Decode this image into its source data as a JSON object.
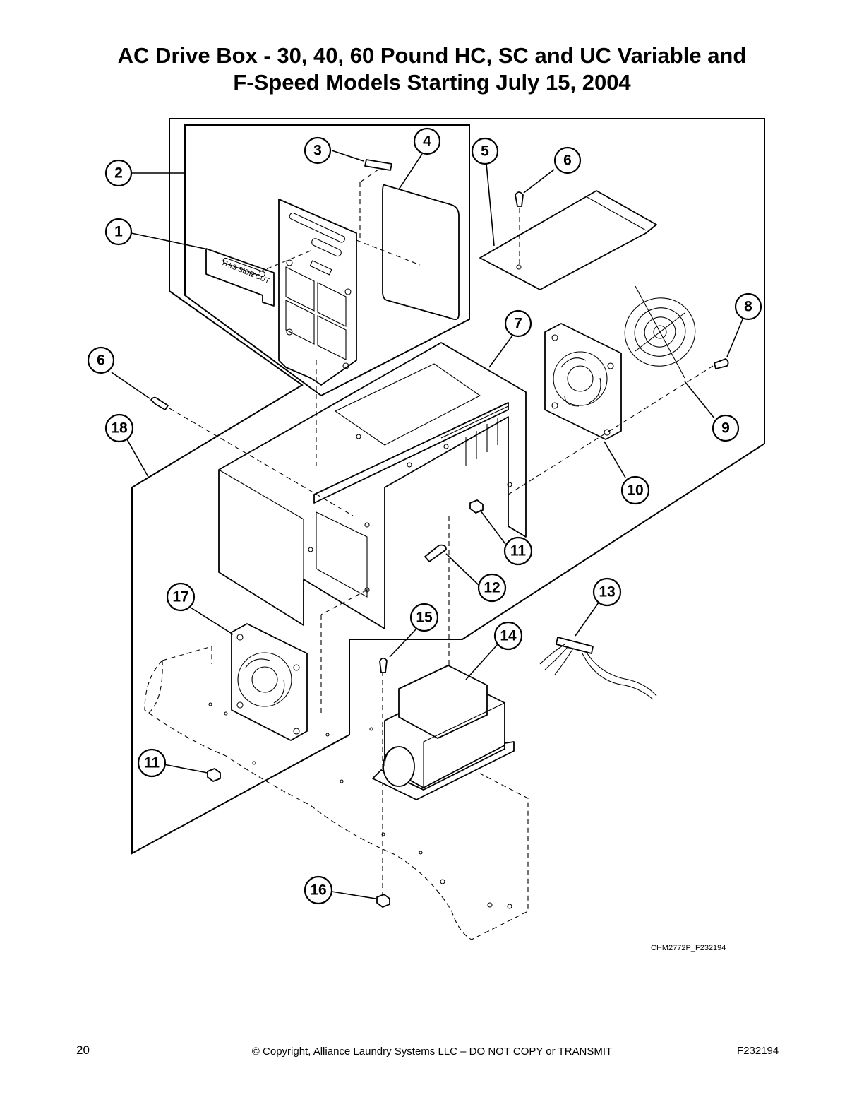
{
  "title": {
    "line1": "AC Drive Box - 30, 40, 60 Pound HC, SC and UC Variable and",
    "line2": "F-Speed Models Starting July 15, 2004"
  },
  "callouts": [
    "1",
    "2",
    "3",
    "4",
    "5",
    "6",
    "6",
    "7",
    "8",
    "9",
    "10",
    "11",
    "11",
    "12",
    "13",
    "14",
    "15",
    "16",
    "17",
    "18"
  ],
  "label_text": "THIS SIDE OUT",
  "drawing_id": "CHM2772P_F232194",
  "footer": {
    "page_number": "20",
    "copyright": "© Copyright, Alliance Laundry Systems LLC – DO NOT COPY or TRANSMIT",
    "doc_code": "F232194"
  }
}
